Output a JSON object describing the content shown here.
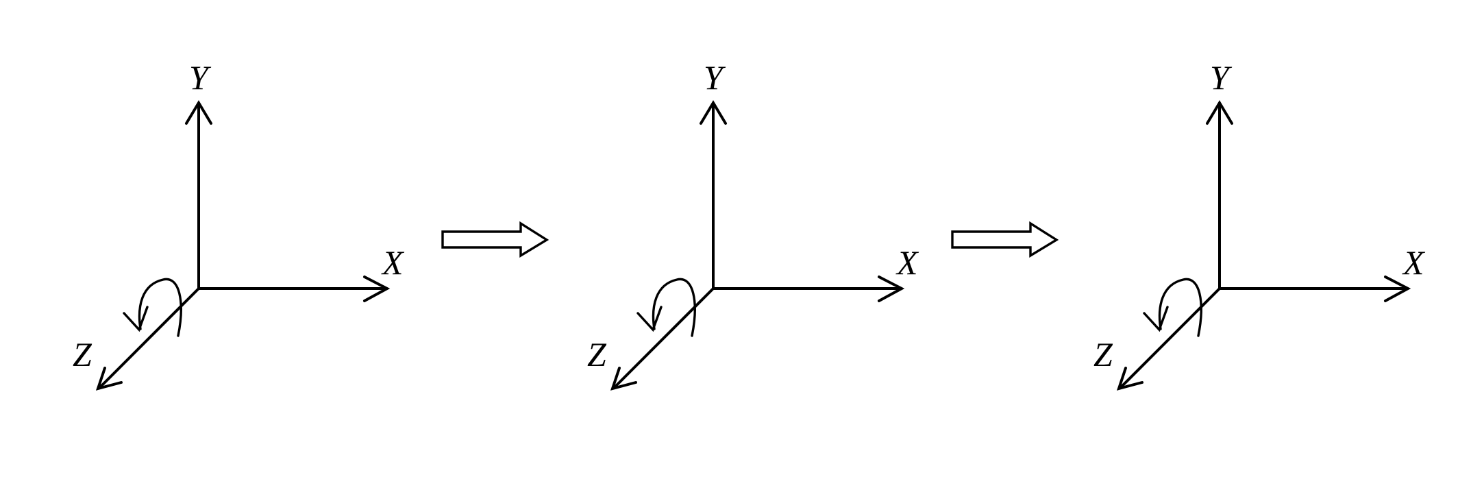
{
  "frames": [
    {
      "labels": {
        "x": "X",
        "y": "Y",
        "z": "Z"
      }
    },
    {
      "labels": {
        "x": "X",
        "y": "Y",
        "z": "Z"
      }
    },
    {
      "labels": {
        "x": "X",
        "y": "Y",
        "z": "Z"
      }
    }
  ],
  "colors": {
    "stroke": "#000000",
    "background": "#ffffff"
  },
  "icons": {
    "transition": "hollow-right-arrow-icon",
    "rotation": "rotation-arrow-icon"
  }
}
